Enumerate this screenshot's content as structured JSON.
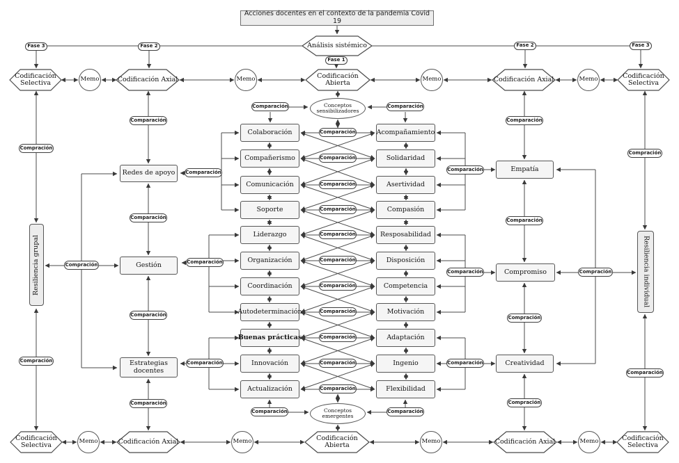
{
  "title": "Acciones docentes en el contexto de la pandemia Covid 19",
  "phases": {
    "f1": "Fase 1",
    "f2": "Fase 2",
    "f3": "Fase 3"
  },
  "coding": {
    "analisis": "Análisis sistémico",
    "abierta": "Codificación Abierta",
    "axial": "Codificación Axial",
    "selectiva": "Codificación Selectiva",
    "memo": "Memo"
  },
  "labels": {
    "comparacion": "Comparación",
    "compracion": "Compración"
  },
  "clusters": {
    "sensibilizadores": "Conceptos sensibilizadores",
    "emergentes": "Conceptos emergentes"
  },
  "categories": {
    "left": [
      "Redes de apoyo",
      "Gestión",
      "Estrategias docentes"
    ],
    "right": [
      "Empatía",
      "Compromiso",
      "Creatividad"
    ]
  },
  "core": {
    "left": "Resiliencia grupal",
    "right": "Resiliencia individual"
  },
  "concepts": {
    "left": [
      "Colaboración",
      "Compañerismo",
      "Comunicación",
      "Soporte",
      "Liderazgo",
      "Organización",
      "Coordinación",
      "Autodeterminación",
      "Buenas prácticas",
      "Innovación",
      "Actualización"
    ],
    "right": [
      "Acompañamiento",
      "Solidaridad",
      "Asertividad",
      "Compasión",
      "Resposabilidad",
      "Disposición",
      "Competencia",
      "Motivación",
      "Adaptación",
      "Ingenio",
      "Flexibilidad"
    ]
  }
}
